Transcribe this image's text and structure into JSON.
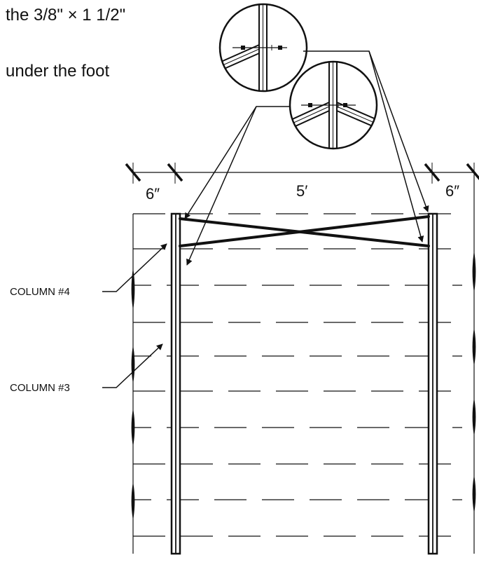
{
  "captions": {
    "line1": "the 3/8\" × 1 1/2\"",
    "line2": "under the foot"
  },
  "dimensions": {
    "left": "6″",
    "middle": "5′",
    "right": "6″"
  },
  "labels": {
    "column4": "COLUMN #4",
    "column3": "COLUMN #3"
  },
  "colors": {
    "ink": "#111111",
    "background": "#ffffff"
  }
}
